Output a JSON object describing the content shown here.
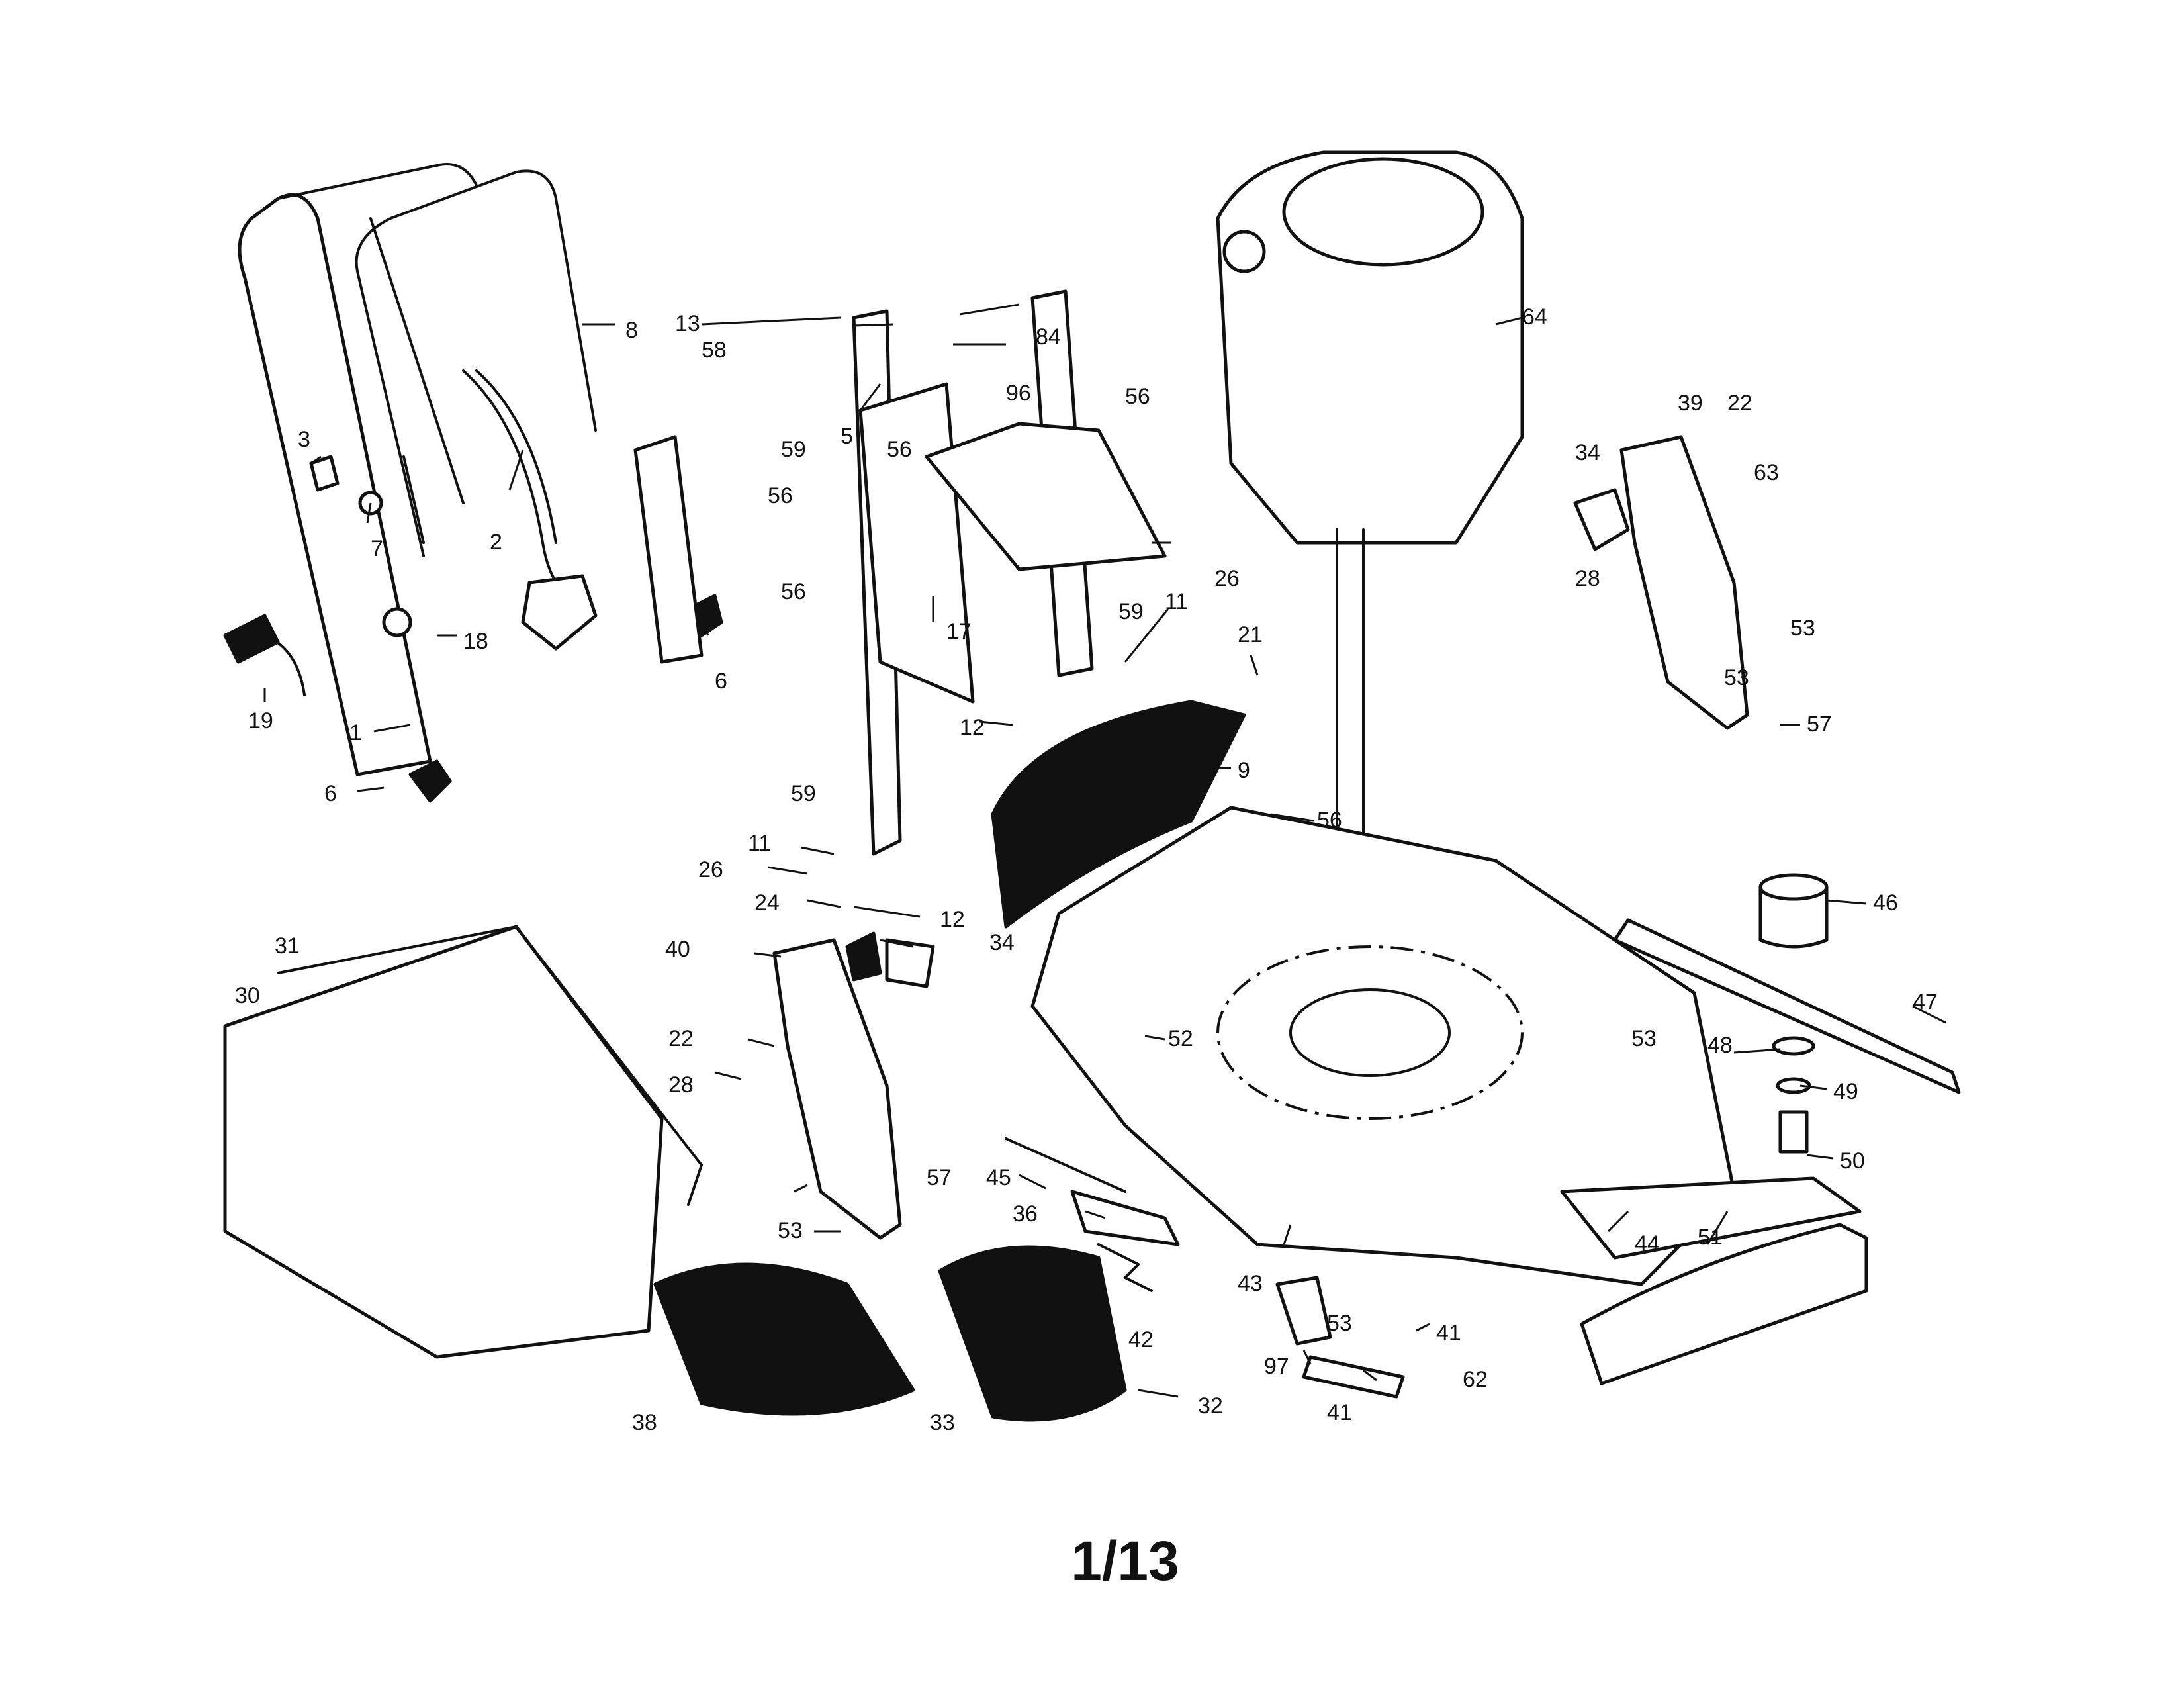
{
  "page": {
    "page_number": "1/13"
  },
  "callouts": [
    "1",
    "2",
    "3",
    "5",
    "6",
    "6",
    "7",
    "8",
    "9",
    "11",
    "11",
    "12",
    "12",
    "13",
    "17",
    "18",
    "19",
    "21",
    "22",
    "22",
    "24",
    "26",
    "26",
    "28",
    "28",
    "30",
    "31",
    "32",
    "33",
    "34",
    "34",
    "36",
    "38",
    "39",
    "40",
    "41",
    "41",
    "42",
    "43",
    "44",
    "45",
    "46",
    "47",
    "48",
    "49",
    "50",
    "51",
    "52",
    "53",
    "53",
    "53",
    "53",
    "53",
    "56",
    "56",
    "56",
    "56",
    "56",
    "57",
    "57",
    "58",
    "59",
    "59",
    "59",
    "62",
    "63",
    "64",
    "84",
    "96",
    "97"
  ],
  "colors": {
    "line": "#111111",
    "background": "#ffffff"
  }
}
